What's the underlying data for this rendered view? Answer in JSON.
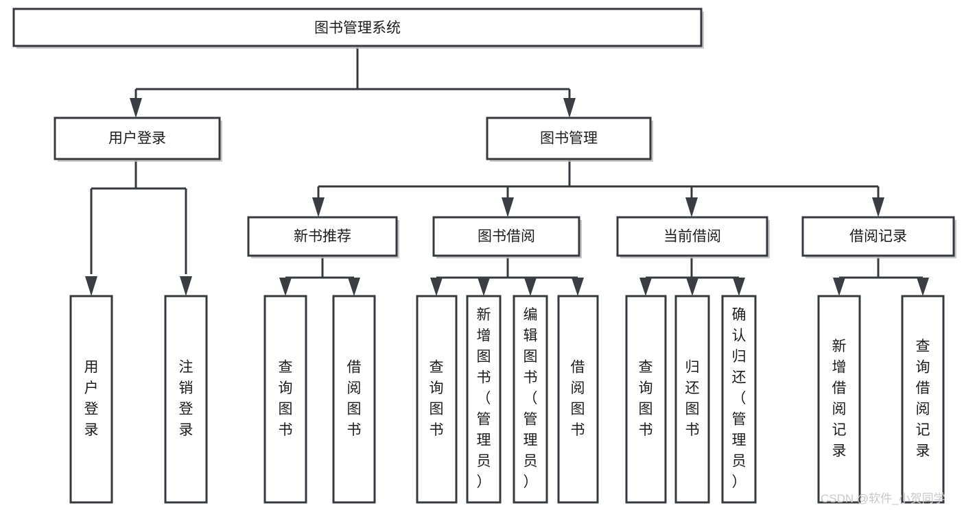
{
  "diagram": {
    "title": "图书管理系统",
    "type": "hierarchy-tree",
    "root": {
      "id": "root",
      "label": "图书管理系统",
      "orientation": "horizontal"
    },
    "level2": [
      {
        "id": "user-login",
        "label": "用户登录",
        "orientation": "horizontal"
      },
      {
        "id": "book-manage",
        "label": "图书管理",
        "orientation": "horizontal"
      }
    ],
    "level3": [
      {
        "id": "new-book-rec",
        "label": "新书推荐",
        "orientation": "horizontal",
        "parent": "book-manage"
      },
      {
        "id": "book-borrow",
        "label": "图书借阅",
        "orientation": "horizontal",
        "parent": "book-manage"
      },
      {
        "id": "current-borrow",
        "label": "当前借阅",
        "orientation": "horizontal",
        "parent": "book-manage"
      },
      {
        "id": "borrow-record",
        "label": "借阅记录",
        "orientation": "horizontal",
        "parent": "book-manage"
      }
    ],
    "leaves": [
      {
        "id": "leaf-user-login",
        "label": "用户登录",
        "orientation": "vertical",
        "parent": "user-login",
        "align": "middle"
      },
      {
        "id": "leaf-logout",
        "label": "注销登录",
        "orientation": "vertical",
        "parent": "user-login",
        "align": "middle"
      },
      {
        "id": "leaf-query-book-1",
        "label": "查询图书",
        "orientation": "vertical",
        "parent": "new-book-rec",
        "align": "middle"
      },
      {
        "id": "leaf-borrow-book-1",
        "label": "借阅图书",
        "orientation": "vertical",
        "parent": "new-book-rec",
        "align": "middle"
      },
      {
        "id": "leaf-query-book-2",
        "label": "查询图书",
        "orientation": "vertical",
        "parent": "book-borrow",
        "align": "middle"
      },
      {
        "id": "leaf-add-book",
        "label": "新增图书（管理员）",
        "orientation": "vertical",
        "parent": "book-borrow",
        "align": "top"
      },
      {
        "id": "leaf-edit-book",
        "label": "编辑图书（管理员）",
        "orientation": "vertical",
        "parent": "book-borrow",
        "align": "top"
      },
      {
        "id": "leaf-borrow-book-2",
        "label": "借阅图书",
        "orientation": "vertical",
        "parent": "book-borrow",
        "align": "middle"
      },
      {
        "id": "leaf-query-book-3",
        "label": "查询图书",
        "orientation": "vertical",
        "parent": "current-borrow",
        "align": "middle"
      },
      {
        "id": "leaf-return-book",
        "label": "归还图书",
        "orientation": "vertical",
        "parent": "current-borrow",
        "align": "middle"
      },
      {
        "id": "leaf-confirm-return",
        "label": "确认归还（管理员）",
        "orientation": "vertical",
        "parent": "current-borrow",
        "align": "top"
      },
      {
        "id": "leaf-add-record",
        "label": "新增借阅记录",
        "orientation": "vertical",
        "parent": "borrow-record",
        "align": "middle"
      },
      {
        "id": "leaf-query-record",
        "label": "查询借阅记录",
        "orientation": "vertical",
        "parent": "borrow-record",
        "align": "middle"
      }
    ]
  },
  "watermark": {
    "text": "CSDN @软件_小贺同学"
  },
  "colors": {
    "box_stroke": "#36393d",
    "box_fill": "#ffffff",
    "text": "#1c1c1c",
    "shadow": "#bfbfbf",
    "watermark": "#c9c9c9",
    "background": "#ffffff"
  }
}
